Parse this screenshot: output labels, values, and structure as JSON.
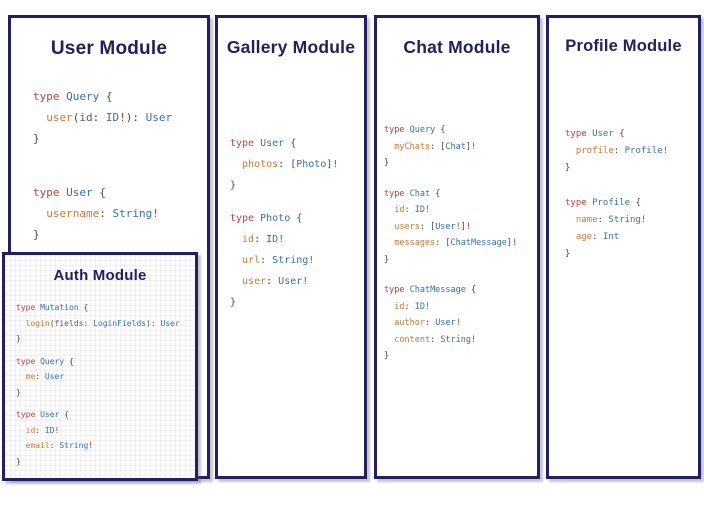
{
  "palette": {
    "border_navy": "#22205e",
    "title_navy": "#22205e",
    "keyword_red": "#b5463c",
    "type_blue": "#3670b5",
    "field_orange": "#c87a36",
    "punctuation_gray": "#4d4d4d",
    "non_null_red": "#c13b2a",
    "auth_grid_bg": "#fdfdfd"
  },
  "modules": {
    "user": {
      "title": "User Module",
      "code": [
        [
          [
            [
              "type ",
              "kw"
            ],
            [
              "Query ",
              "tn"
            ],
            [
              "{",
              "pu"
            ]
          ],
          [
            [
              "  user",
              "fd"
            ],
            [
              "(",
              "pu"
            ],
            [
              "id",
              "pa"
            ],
            [
              ": ",
              "pu"
            ],
            [
              "ID",
              "tn"
            ],
            [
              "!",
              "ex"
            ],
            [
              "): ",
              "pu"
            ],
            [
              "User",
              "tn"
            ]
          ],
          [
            [
              "}",
              "pu"
            ]
          ]
        ],
        [
          [
            [
              "type ",
              "kw"
            ],
            [
              "User ",
              "tn"
            ],
            [
              "{",
              "pu"
            ]
          ],
          [
            [
              "  username",
              "fd"
            ],
            [
              ": ",
              "pu"
            ],
            [
              "String",
              "tn"
            ],
            [
              "!",
              "ex"
            ]
          ],
          [
            [
              "}",
              "pu"
            ]
          ]
        ]
      ]
    },
    "auth": {
      "title": "Auth Module",
      "code": [
        [
          [
            [
              "type ",
              "kw"
            ],
            [
              "Mutation ",
              "tn"
            ],
            [
              "{",
              "pu"
            ]
          ],
          [
            [
              "  login",
              "fd"
            ],
            [
              "(",
              "pu"
            ],
            [
              "fields",
              "pa"
            ],
            [
              ": ",
              "pu"
            ],
            [
              "LoginFields",
              "tn"
            ],
            [
              "): ",
              "pu"
            ],
            [
              "User",
              "tn"
            ]
          ],
          [
            [
              "}",
              "pu"
            ]
          ]
        ],
        [
          [
            [
              "type ",
              "kw"
            ],
            [
              "Query ",
              "tn"
            ],
            [
              "{",
              "pu"
            ]
          ],
          [
            [
              "  me",
              "fd"
            ],
            [
              ": ",
              "pu"
            ],
            [
              "User",
              "tn"
            ]
          ],
          [
            [
              "}",
              "pu"
            ]
          ]
        ],
        [
          [
            [
              "type ",
              "kw"
            ],
            [
              "User ",
              "tn"
            ],
            [
              "{",
              "pu"
            ]
          ],
          [
            [
              "  id",
              "fd"
            ],
            [
              ": ",
              "pu"
            ],
            [
              "ID",
              "tn"
            ],
            [
              "!",
              "ex"
            ]
          ],
          [
            [
              "  email",
              "fd"
            ],
            [
              ": ",
              "pu"
            ],
            [
              "String",
              "tn"
            ],
            [
              "!",
              "ex"
            ]
          ],
          [
            [
              "}",
              "pu"
            ]
          ]
        ]
      ]
    },
    "gallery": {
      "title": "Gallery Module",
      "code": [
        [
          [
            [
              "type ",
              "kw"
            ],
            [
              "User ",
              "tn"
            ],
            [
              "{",
              "pu"
            ]
          ],
          [
            [
              "  photos",
              "fd"
            ],
            [
              ": [",
              "pu"
            ],
            [
              "Photo",
              "tn"
            ],
            [
              "]",
              "pu"
            ],
            [
              "!",
              "ex"
            ]
          ],
          [
            [
              "}",
              "pu"
            ]
          ]
        ],
        [
          [
            [
              "type ",
              "kw"
            ],
            [
              "Photo ",
              "tn"
            ],
            [
              "{",
              "pu"
            ]
          ],
          [
            [
              "  id",
              "fd"
            ],
            [
              ": ",
              "pu"
            ],
            [
              "ID",
              "tn"
            ],
            [
              "!",
              "ex"
            ]
          ],
          [
            [
              "  url",
              "fd"
            ],
            [
              ": ",
              "pu"
            ],
            [
              "String",
              "tn"
            ],
            [
              "!",
              "ex"
            ]
          ],
          [
            [
              "  user",
              "fd"
            ],
            [
              ": ",
              "pu"
            ],
            [
              "User",
              "tn"
            ],
            [
              "!",
              "ex"
            ]
          ],
          [
            [
              "}",
              "pu"
            ]
          ]
        ]
      ]
    },
    "chat": {
      "title": "Chat Module",
      "code": [
        [
          [
            [
              "type ",
              "kw"
            ],
            [
              "Query ",
              "tn"
            ],
            [
              "{",
              "pu"
            ]
          ],
          [
            [
              "  myChats",
              "fd"
            ],
            [
              ": [",
              "pu"
            ],
            [
              "Chat",
              "tn"
            ],
            [
              "]",
              "pu"
            ],
            [
              "!",
              "ex"
            ]
          ],
          [
            [
              "}",
              "pu"
            ]
          ]
        ],
        [
          [
            [
              "type ",
              "kw"
            ],
            [
              "Chat ",
              "tn"
            ],
            [
              "{",
              "pu"
            ]
          ],
          [
            [
              "  id",
              "fd"
            ],
            [
              ": ",
              "pu"
            ],
            [
              "ID",
              "tn"
            ],
            [
              "!",
              "ex"
            ]
          ],
          [
            [
              "  users",
              "fd"
            ],
            [
              ": [",
              "pu"
            ],
            [
              "User",
              "tn"
            ],
            [
              "!",
              "ex"
            ],
            [
              "]",
              "pu"
            ],
            [
              "!",
              "ex"
            ]
          ],
          [
            [
              "  messages",
              "fd"
            ],
            [
              ": [",
              "pu"
            ],
            [
              "ChatMessage",
              "tn"
            ],
            [
              "]",
              "pu"
            ],
            [
              "!",
              "ex"
            ]
          ],
          [
            [
              "}",
              "pu"
            ]
          ]
        ],
        [
          [
            [
              "type ",
              "kw"
            ],
            [
              "ChatMessage ",
              "tn"
            ],
            [
              "{",
              "pu"
            ]
          ],
          [
            [
              "  id",
              "fd"
            ],
            [
              ": ",
              "pu"
            ],
            [
              "ID",
              "tn"
            ],
            [
              "!",
              "ex"
            ]
          ],
          [
            [
              "  author",
              "fd"
            ],
            [
              ": ",
              "pu"
            ],
            [
              "User",
              "tn"
            ],
            [
              "!",
              "ex"
            ]
          ],
          [
            [
              "  content",
              "fd"
            ],
            [
              ": ",
              "pu"
            ],
            [
              "String",
              "tn"
            ],
            [
              "!",
              "ex"
            ]
          ],
          [
            [
              "}",
              "pu"
            ]
          ]
        ]
      ]
    },
    "profile": {
      "title": "Profile Module",
      "code": [
        [
          [
            [
              "type ",
              "kw"
            ],
            [
              "User ",
              "tn"
            ],
            [
              "{",
              "pu"
            ]
          ],
          [
            [
              "  profile",
              "fd"
            ],
            [
              ": ",
              "pu"
            ],
            [
              "Profile",
              "tn"
            ],
            [
              "!",
              "ex"
            ]
          ],
          [
            [
              "}",
              "pu"
            ]
          ]
        ],
        [
          [
            [
              "type ",
              "kw"
            ],
            [
              "Profile ",
              "tn"
            ],
            [
              "{",
              "pu"
            ]
          ],
          [
            [
              "  name",
              "fd"
            ],
            [
              ": ",
              "pu"
            ],
            [
              "String",
              "tn"
            ],
            [
              "!",
              "ex"
            ]
          ],
          [
            [
              "  age",
              "fd"
            ],
            [
              ": ",
              "pu"
            ],
            [
              "Int",
              "tn"
            ]
          ],
          [
            [
              "}",
              "pu"
            ]
          ]
        ]
      ]
    }
  }
}
